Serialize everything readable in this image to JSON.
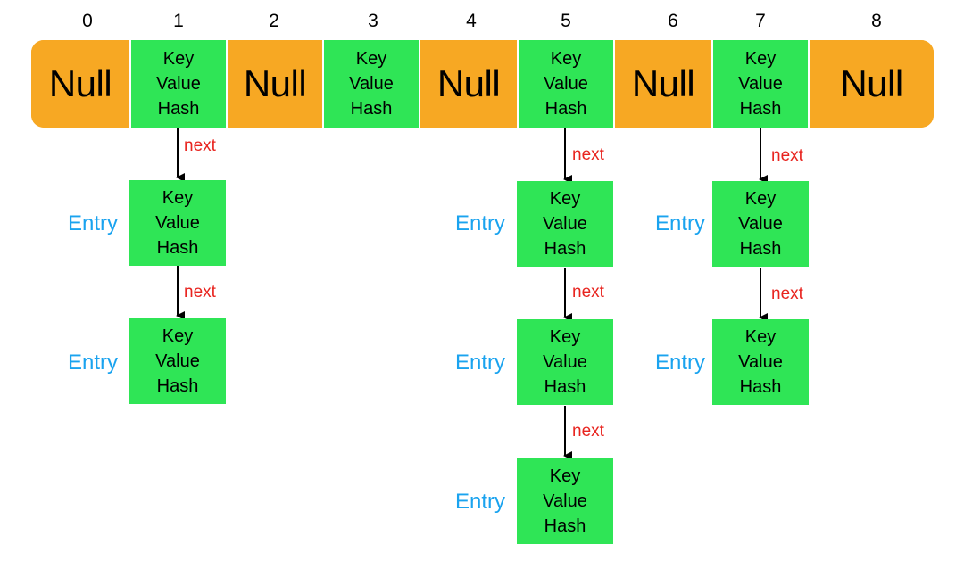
{
  "indices": [
    "0",
    "1",
    "2",
    "3",
    "4",
    "5",
    "6",
    "7",
    "8"
  ],
  "null_label": "Null",
  "key_label": "Key",
  "value_label": "Value",
  "hash_label": "Hash",
  "entry_label": "Entry",
  "next_label": "next",
  "buckets": [
    {
      "type": "null"
    },
    {
      "type": "entry"
    },
    {
      "type": "null"
    },
    {
      "type": "entry"
    },
    {
      "type": "null"
    },
    {
      "type": "entry"
    },
    {
      "type": "null"
    },
    {
      "type": "entry"
    },
    {
      "type": "null"
    }
  ],
  "chains": [
    {
      "bucket": 1,
      "length": 2
    },
    {
      "bucket": 5,
      "length": 3
    },
    {
      "bucket": 7,
      "length": 2
    }
  ],
  "colors": {
    "null_bg": "#f7a823",
    "entry_bg": "#2fe556",
    "entry_label": "#1aa3ef",
    "next_label": "#e8241f"
  }
}
